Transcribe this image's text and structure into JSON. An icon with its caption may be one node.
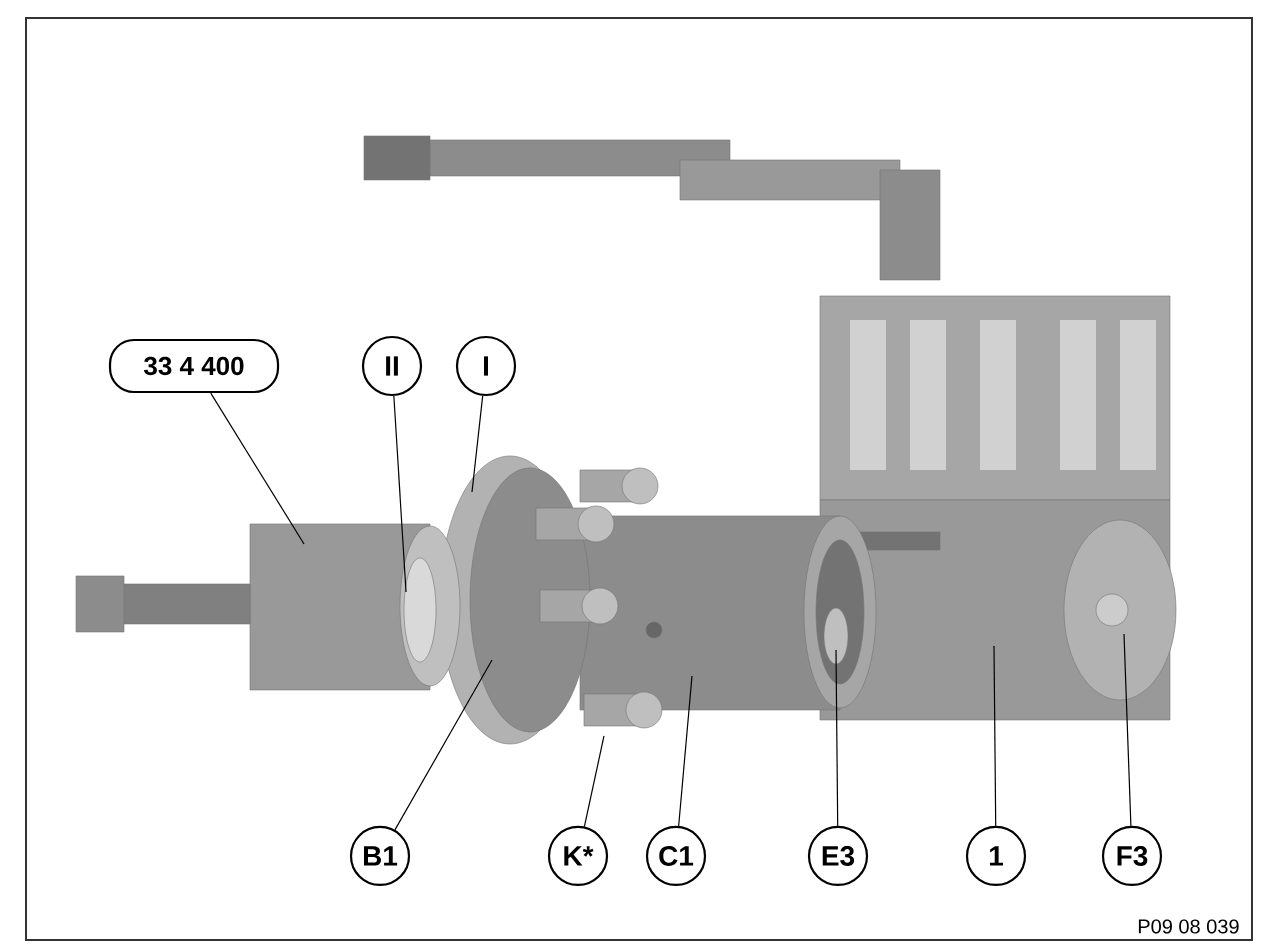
{
  "diagram": {
    "nodes": [
      {
        "text": [
          "33 4 400"
        ]
      },
      {
        "text": [
          "II"
        ]
      },
      {
        "text": [
          "I"
        ]
      },
      {
        "text": [
          "B1"
        ]
      },
      {
        "text": [
          "K*"
        ]
      },
      {
        "text": [
          "C1"
        ]
      },
      {
        "text": [
          "E3"
        ]
      },
      {
        "text": [
          "1"
        ]
      },
      {
        "text": [
          "F3"
        ]
      }
    ],
    "edges": [
      {
        "from": 0,
        "to": null,
        "arrow": "none"
      },
      {
        "from": 1,
        "to": null,
        "arrow": "none"
      },
      {
        "from": 2,
        "to": null,
        "arrow": "none"
      },
      {
        "from": 3,
        "to": null,
        "arrow": "none"
      },
      {
        "from": 4,
        "to": null,
        "arrow": "none"
      },
      {
        "from": 5,
        "to": null,
        "arrow": "none"
      },
      {
        "from": 6,
        "to": null,
        "arrow": "none"
      },
      {
        "from": 7,
        "to": null,
        "arrow": "none"
      },
      {
        "from": 8,
        "to": null,
        "arrow": "none"
      }
    ],
    "labels": [
      "P09 08 039"
    ]
  }
}
